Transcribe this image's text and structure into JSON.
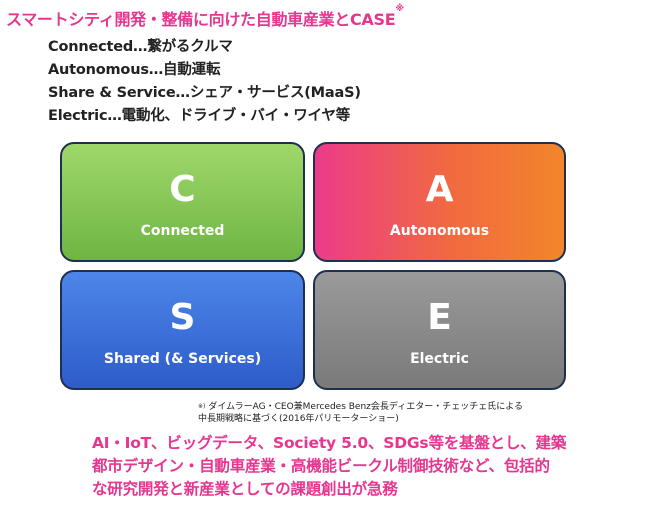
{
  "title": {
    "text": "スマートシティ開発・整備に向けた自動車産業とCASE",
    "note_mark": "※"
  },
  "bullets": [
    "Connected…繋がるクルマ",
    "Autonomous…自動運転",
    "Share & Service…シェア・サービス(MaaS)",
    "Electric…電動化、ドライブ・バイ・ワイヤ等"
  ],
  "cards": [
    {
      "letter": "C",
      "word": "Connected",
      "color": "#7cc24f"
    },
    {
      "letter": "A",
      "word": "Autonomous",
      "color": "#f0623f"
    },
    {
      "letter": "S",
      "word": "Shared (& Services)",
      "color": "#3a6fd8"
    },
    {
      "letter": "E",
      "word": "Electric",
      "color": "#8a8a8a"
    }
  ],
  "footnote": {
    "mark": "※)",
    "line1": "ダイムラーAG・CEO兼Mercedes Benz会長ディエター・チェッチェ氏による",
    "line2": "中長期戦略に基づく(2016年パリモーターショー)"
  },
  "summary": [
    "AI・IoT、ビッグデータ、Society 5.0、SDGs等を基盤とし、建築",
    "都市デザイン・自動車産業・高機能ビークル制御技術など、包括的",
    "な研究開発と新産業としての課題創出が急務"
  ],
  "colors": {
    "accent": "#e6368f",
    "text": "#222222",
    "card_border": "#1f2f4f"
  }
}
